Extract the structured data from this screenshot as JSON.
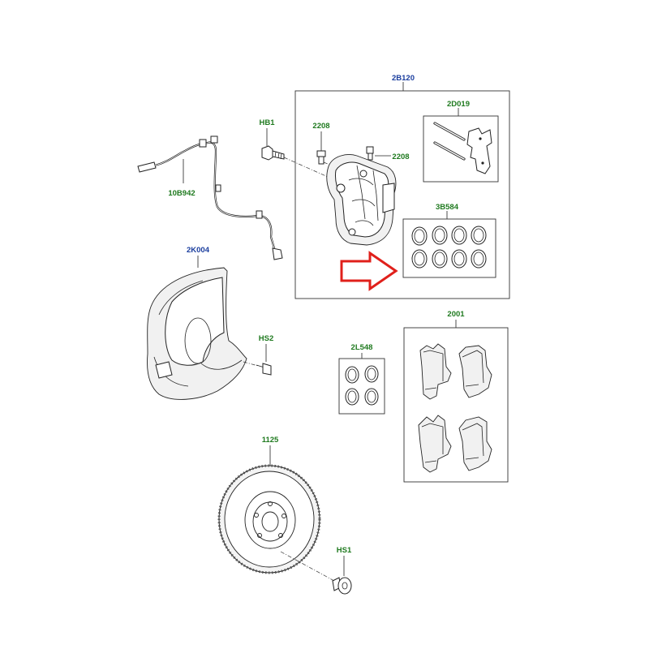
{
  "labels": {
    "caliper_kit": "2B120",
    "pin_kit": "2D019",
    "bleed_screw_left": "2208",
    "bleed_screw_right": "2208",
    "bolt_hb1": "HB1",
    "wear_sensor": "10B942",
    "seal_kit": "3B584",
    "shield": "2K004",
    "bolt_hs2": "HS2",
    "seal_kit_small": "2L548",
    "pad_set": "2001",
    "disc": "1125",
    "bolt_hs1": "HS1"
  },
  "colors": {
    "label_blue": "#1a3d9e",
    "label_green": "#1f7a1f",
    "arrow_red": "#e0201b"
  },
  "icons": {
    "highlight": "red-outline-arrow-icon"
  }
}
